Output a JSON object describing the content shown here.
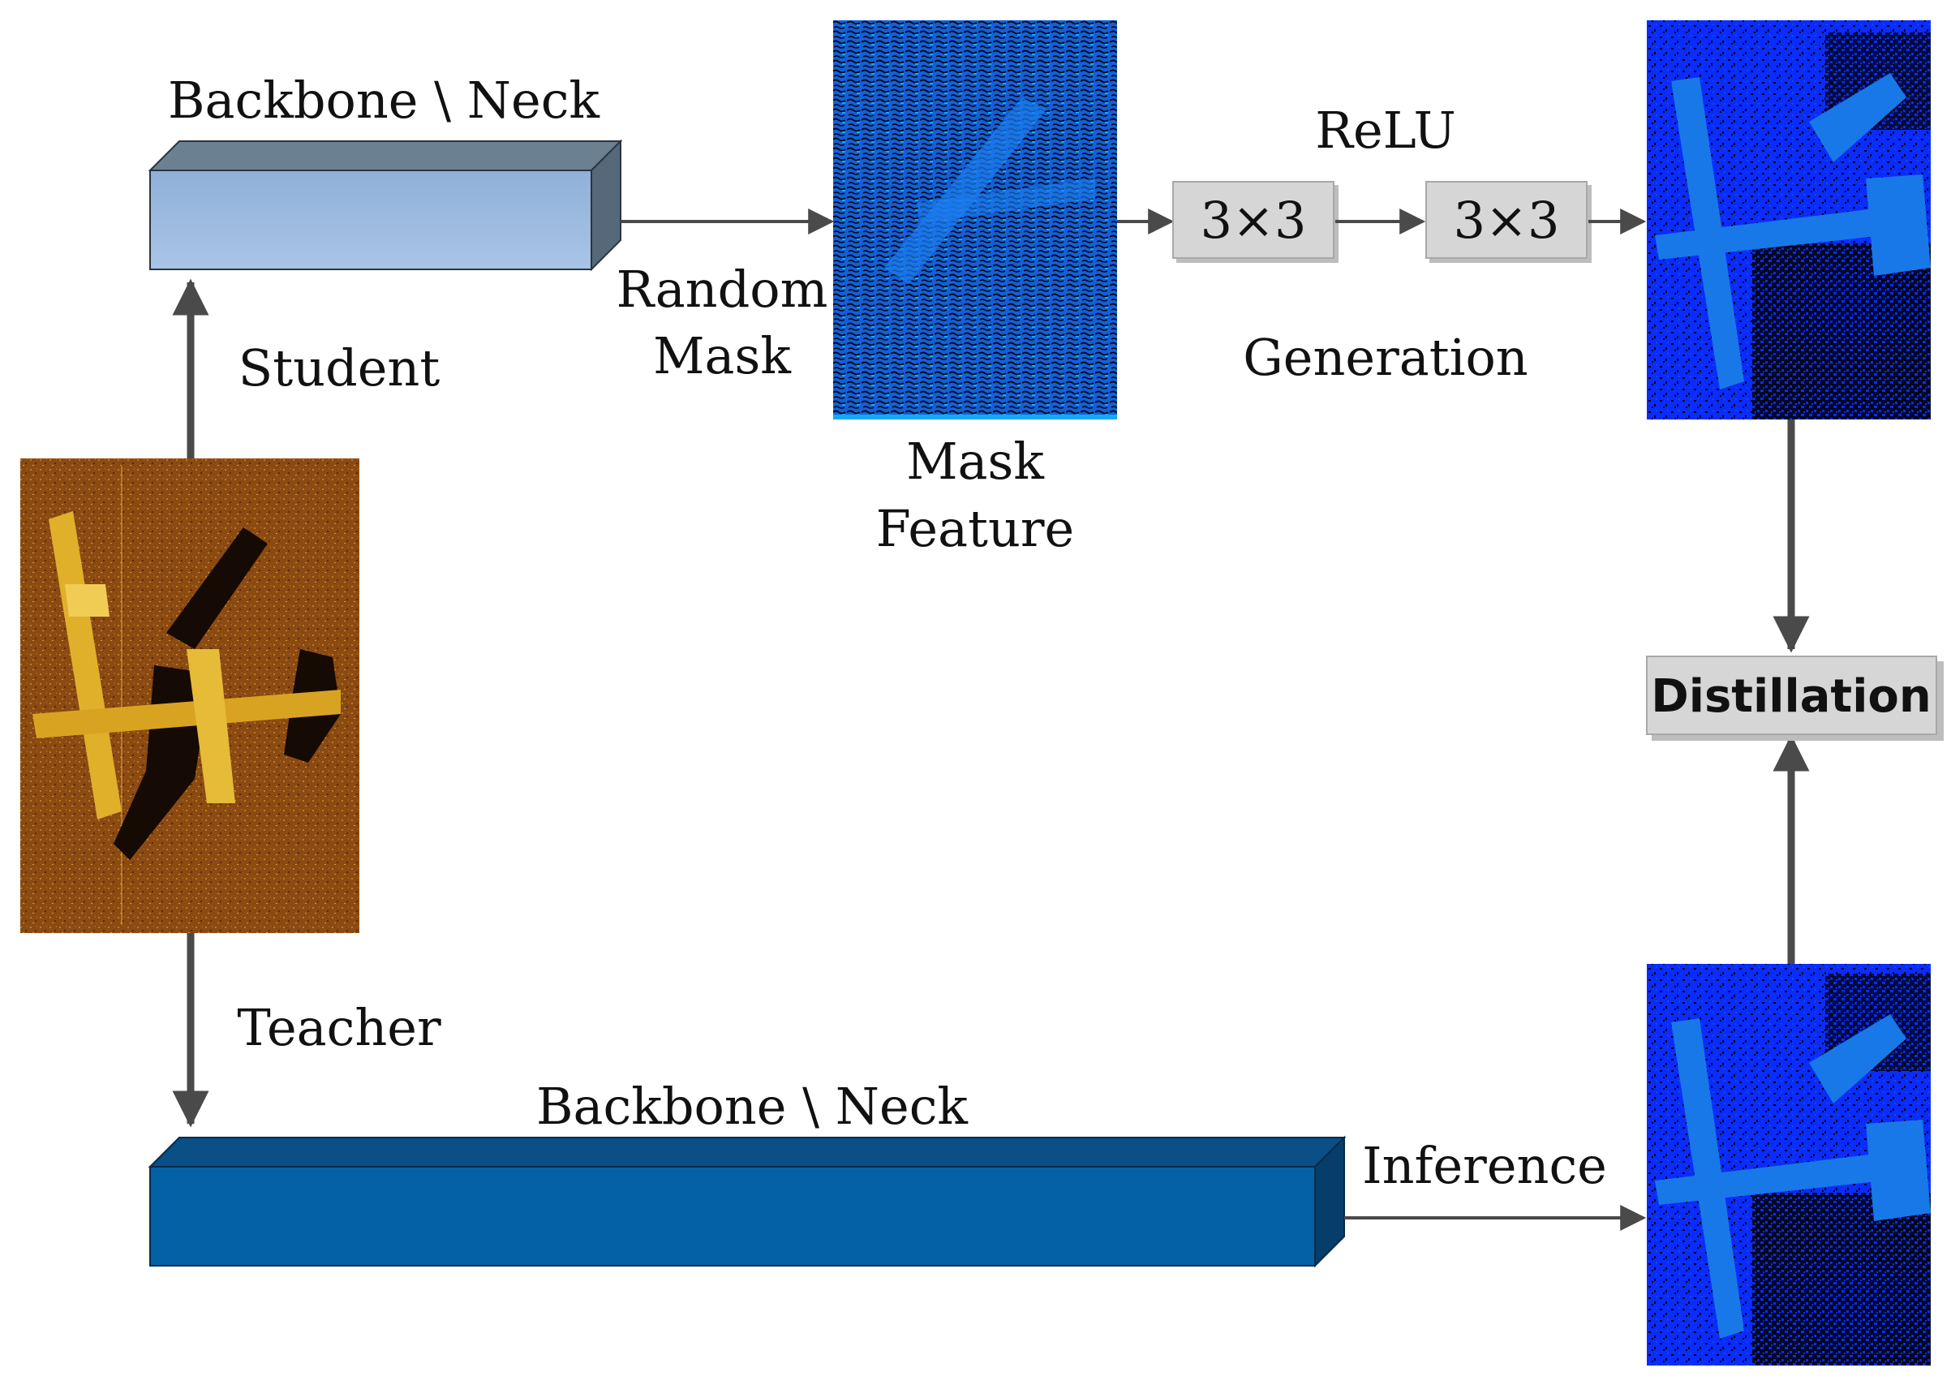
{
  "labels": {
    "student_block": "Backbone \\ Neck",
    "teacher_block": "Backbone \\ Neck",
    "student": "Student",
    "teacher": "Teacher",
    "random_mask_line1": "Random",
    "random_mask_line2": "Mask",
    "mask_feature_line1": "Mask",
    "mask_feature_line2": "Feature",
    "relu": "ReLU",
    "conv1": "3×3",
    "conv2": "3×3",
    "generation": "Generation",
    "distillation": "Distillation",
    "inference": "Inference"
  },
  "colors": {
    "arrow": "#4a4a4a",
    "student_block_front": "#9dbbe0",
    "student_block_top": "#6b8192",
    "student_block_side": "#56697a",
    "teacher_block_front": "#0561a6",
    "teacher_block_top": "#0a4f86",
    "teacher_block_side": "#063d6a",
    "conv_box": "#d6d6d6",
    "feature_blue": "#0a2cff",
    "feature_light": "#1878e8",
    "sonar_bg": "#8a4a10",
    "sonar_plane": "#e0b02a"
  }
}
